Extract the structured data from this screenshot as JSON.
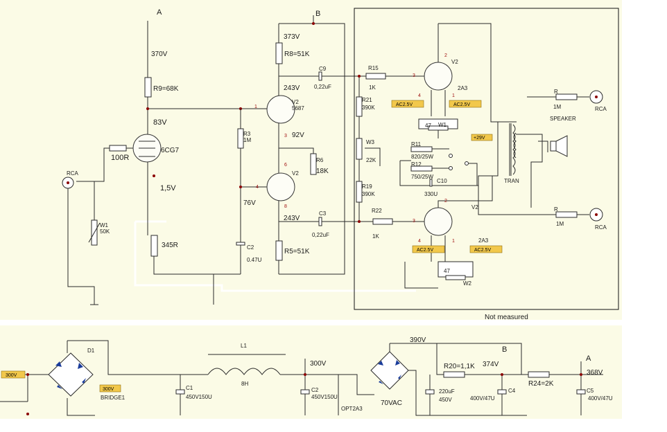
{
  "nodes": {
    "a_top": "A",
    "b_top": "B",
    "b_psu": "B",
    "a_psu": "A"
  },
  "voltages": {
    "v370": "370V",
    "v83": "83V",
    "v1_5": "1,5V",
    "v373": "373V",
    "v243_top": "243V",
    "v92": "92V",
    "v76": "76V",
    "v243_bot": "243V",
    "v390": "390V",
    "v300": "300V",
    "v374": "374V",
    "v368": "368V",
    "v300_left": "300V",
    "v300_bridge": "300V",
    "v29": "+29V",
    "v70vac": "70VAC"
  },
  "components": {
    "r9": "R9=68K",
    "r100": "100R",
    "tube_6cg7": "6CG7",
    "r345": "345R",
    "rca_in": "RCA",
    "w1_in": "W1",
    "w1_in_val": "50K",
    "r3": "R3",
    "r3_val": "1M",
    "c2": "C2",
    "c2_val": "0.47U",
    "r8": "R8=51K",
    "c9": "C9",
    "c9_val": "0,22uF",
    "v2_top": "V2",
    "tube_5687": "5687",
    "r6": "R6",
    "r6_val": "18K",
    "v2_mid": "V2",
    "c3": "C3",
    "c3_val": "0,22uF",
    "r5": "R5=51K",
    "r15": "R15",
    "r15_val": "1K",
    "r21": "R21",
    "r21_val": "390K",
    "w3": "W3",
    "w3_val": "22K",
    "r19": "R19",
    "r19_val": "390K",
    "r22": "R22",
    "r22_val": "1K",
    "v2_power_top": "V2",
    "pa3_top": "2A3",
    "ac25_a": "AC2.5V",
    "ac25_b": "AC2.5V",
    "w1_pw": "W1",
    "p47_top": "47",
    "r11": "R11",
    "r11_val": "820/25W",
    "r12": "R12",
    "r12_val": "750/25W",
    "c10": "C10",
    "c10_val": "330U",
    "tran": "TRAN",
    "r_fb_top": "R",
    "r_fb_top_val": "1M",
    "rca_top": "RCA",
    "speaker": "SPEAKER",
    "r_fb_bot": "R",
    "r_fb_bot_val": "1M",
    "rca_bot": "RCA",
    "v2_power_bot": "V2",
    "pa3_bot": "2A3",
    "ac25_c": "AC2.5V",
    "ac25_d": "AC2.5V",
    "w2": "W2",
    "p47_bot": "47",
    "not_measured": "Not measured",
    "d1": "D1",
    "bridge1": "BRIDGE1",
    "c1": "C1",
    "c1_val": "450V150U",
    "l1": "L1",
    "l1_val": "8H",
    "c2p": "C2",
    "c2p_val": "450V150U",
    "opt": "OPT2A3",
    "r20": "R20=1,1K",
    "c220": "220uF",
    "c220v": "450V",
    "c4": "C4",
    "c4_val": "400V/47U",
    "r24": "R24=2K",
    "c5": "C5",
    "c5_val": "400V/47U"
  },
  "pins": {
    "p1": "1",
    "p2": "2",
    "p3": "3",
    "p4": "4",
    "p6": "6",
    "p8": "8"
  }
}
